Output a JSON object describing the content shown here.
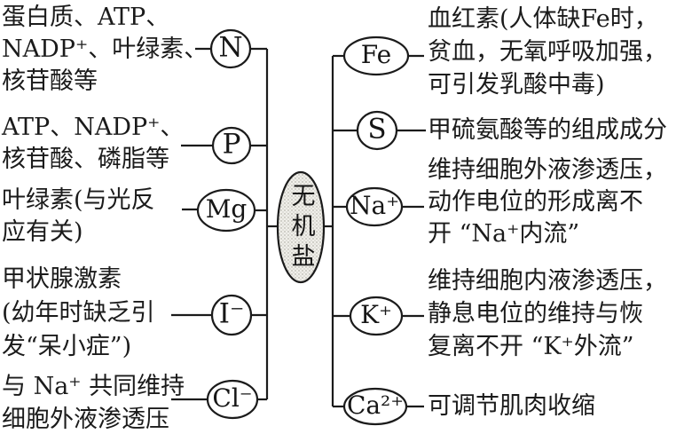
{
  "colors": {
    "ink": "#1b1b1b",
    "paper": "#ffffff",
    "center_fill_bg": "#f0efea",
    "center_fill_dot": "#a19f96"
  },
  "center_node": {
    "label": "无机盐"
  },
  "left_branches": [
    {
      "node": "N",
      "lines": [
        "蛋白质、ATP、",
        "NADP⁺、叶绿素、",
        "核苷酸等"
      ]
    },
    {
      "node": "P",
      "lines": [
        "ATP、NADP⁺、",
        "核苷酸、磷脂等"
      ]
    },
    {
      "node": "Mg",
      "lines": [
        "叶绿素(与光反",
        "应有关)"
      ]
    },
    {
      "node": "I⁻",
      "lines": [
        "甲状腺激素",
        "(幼年时缺乏引",
        "发“呆小症”)"
      ]
    },
    {
      "node": "Cl⁻",
      "lines": [
        "与 Na⁺ 共同维持",
        "细胞外液渗透压"
      ]
    }
  ],
  "right_branches": [
    {
      "node": "Fe",
      "lines": [
        "血红素(人体缺Fe时，",
        "贫血，无氧呼吸加强，",
        "可引发乳酸中毒)"
      ]
    },
    {
      "node": "S",
      "lines": [
        "甲硫氨酸等的组成成分"
      ]
    },
    {
      "node": "Na⁺",
      "lines": [
        "维持细胞外液渗透压，",
        "动作电位的形成离不",
        "开 “Na⁺内流”"
      ]
    },
    {
      "node": "K⁺",
      "lines": [
        "维持细胞内液渗透压，",
        "静息电位的维持与恢",
        "复离不开 “K⁺外流”"
      ]
    },
    {
      "node": "Ca²⁺",
      "lines": [
        "可调节肌肉收缩"
      ]
    }
  ]
}
